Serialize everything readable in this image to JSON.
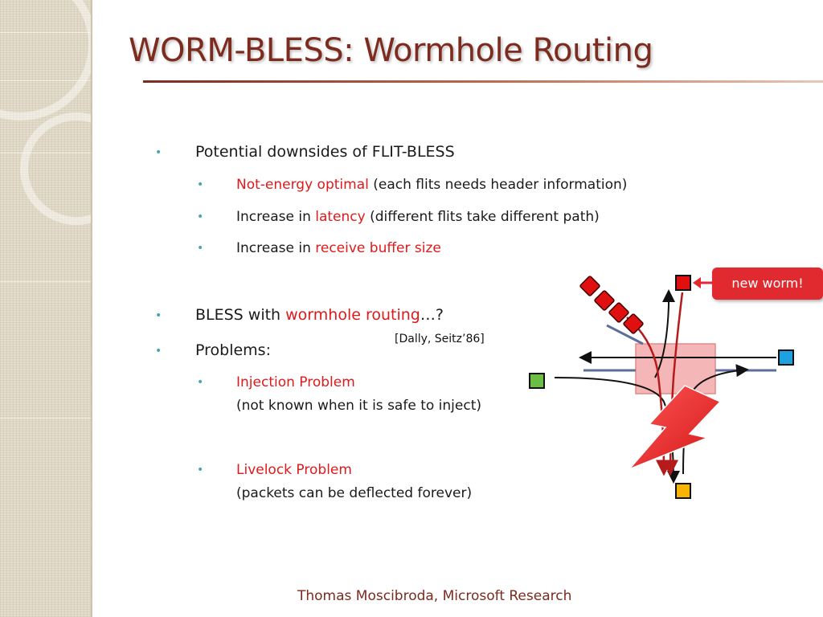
{
  "slide": {
    "title": "WORM-BLESS: Wormhole Routing",
    "bullets": {
      "b1": "Potential downsides of FLIT-BLESS",
      "b1_1_red": "Not-energy optimal",
      "b1_1_rest": " (each flits needs header information)",
      "b1_2_pre": "Increase in ",
      "b1_2_red": "latency",
      "b1_2_rest": " (different flits take different path)",
      "b1_3_pre": "Increase in ",
      "b1_3_red": "receive buffer size",
      "b2_pre": "BLESS with ",
      "b2_red": "wormhole routing",
      "b2_rest": "…?",
      "b3": "Problems:",
      "b3_1_red": "Injection Problem",
      "b3_1_note": "(not known when it is safe to inject)",
      "b3_2_red": "Livelock Problem",
      "b3_2_note": "(packets can be deflected forever)"
    },
    "citation": "[Dally, Seitz’86]",
    "callout": "new worm!",
    "footer": "Thomas Moscibroda, Microsoft Research"
  },
  "colors": {
    "title": "#7c2b1e",
    "accent_red": "#e0191a",
    "bullet_dot": "#4aa3b4",
    "router_fill": "#f4b6b6",
    "node_green": "#6abe45",
    "node_blue": "#1ea1e0",
    "node_orange": "#f7b500",
    "node_red": "#e01010"
  }
}
